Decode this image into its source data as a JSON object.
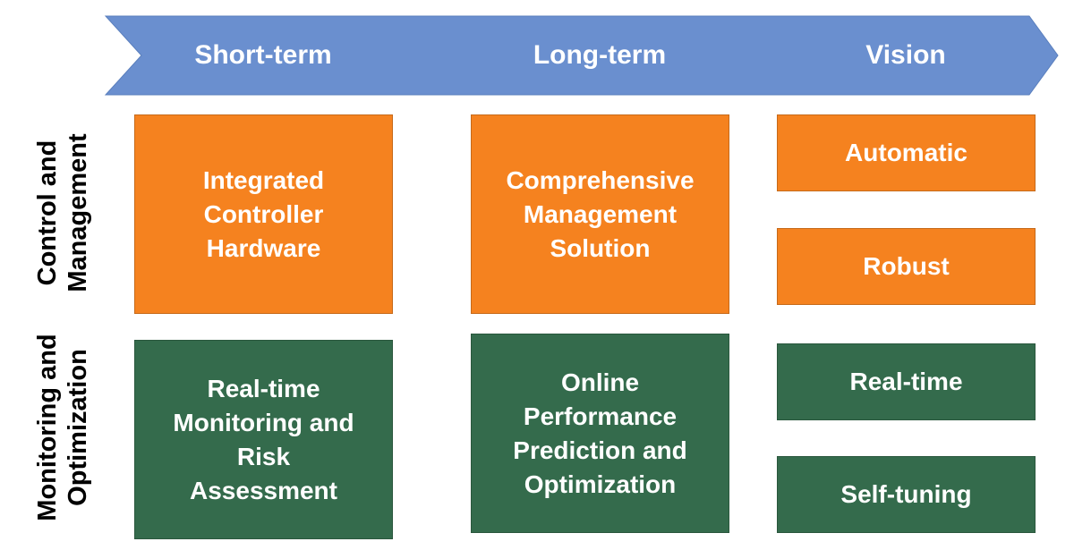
{
  "colors": {
    "arrow_fill": "#6a8fcf",
    "control_box": "#f5821f",
    "monitoring_box": "#346b4c",
    "text_on_box": "#ffffff"
  },
  "timeline": {
    "phases": [
      "Short-term",
      "Long-term",
      "Vision"
    ]
  },
  "rows": {
    "control": "Control and\nManagement",
    "monitoring": "Monitoring and\nOptimization"
  },
  "boxes": {
    "control_short": "Integrated\nController\nHardware",
    "control_long": "Comprehensive\nManagement\nSolution",
    "control_vision": [
      "Automatic",
      "Robust"
    ],
    "monitoring_short": "Real-time\nMonitoring and\nRisk\nAssessment",
    "monitoring_long": "Online\nPerformance\nPrediction and\nOptimization",
    "monitoring_vision": [
      "Real-time",
      "Self-tuning"
    ]
  }
}
